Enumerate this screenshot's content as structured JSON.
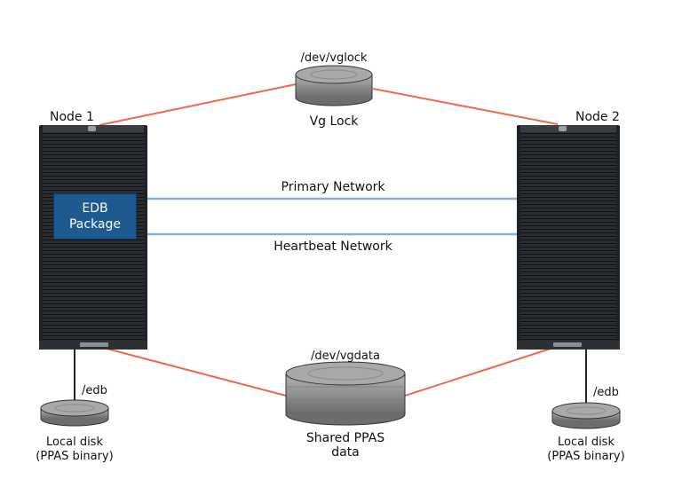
{
  "nodes": [
    {
      "name": "Node 1"
    },
    {
      "name": "Node 2"
    }
  ],
  "package": {
    "label": "EDB\nPackage"
  },
  "networks": {
    "primary": "Primary Network",
    "heartbeat": "Heartbeat Network"
  },
  "vg_lock": {
    "device": "/dev/vglock",
    "label": "Vg Lock"
  },
  "shared_data": {
    "device": "/dev/vgdata",
    "label": "Shared PPAS\ndata"
  },
  "local_disks": [
    {
      "mount": "/edb",
      "label": "Local disk\n(PPAS binary)"
    },
    {
      "mount": "/edb",
      "label": "Local disk\n(PPAS binary)"
    }
  ],
  "colors": {
    "san_link": "#f06a4a",
    "network_link": "#7fb3df",
    "server_body": "#1e2125",
    "package_fill": "#1c5a8f"
  }
}
